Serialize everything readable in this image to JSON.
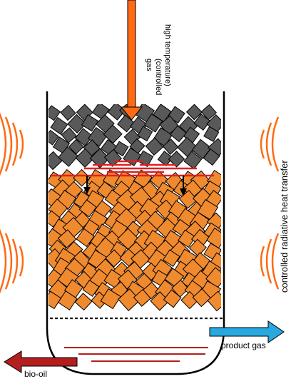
{
  "labels": {
    "gas_line1": "gas",
    "gas_line2": "(controlled",
    "gas_line3": "high temperature)",
    "radiative": "controlled radiative heat transfer",
    "product_gas": "product gas",
    "bio_oil": "bio-oil"
  },
  "colors": {
    "gas_arrow": "#FF6A13",
    "grey_particle": "#595959",
    "orange_particle": "#F08A2E",
    "radiation_waves": "#FF6A13",
    "product_gas_arrow": "#29A8E0",
    "bio_oil_arrow": "#B41E1E",
    "reaction_lines": "#E02020"
  },
  "icons": {
    "left_heat": "radiation-waves-icon",
    "right_heat": "radiation-waves-icon"
  }
}
